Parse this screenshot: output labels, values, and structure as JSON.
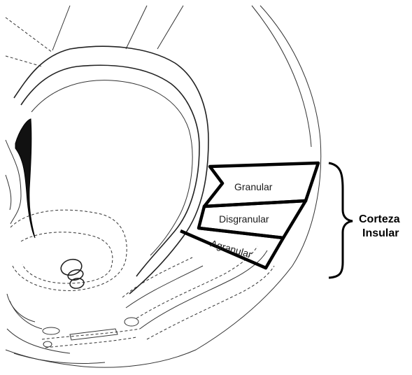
{
  "regions": {
    "granular": "Granular",
    "disgranular": "Disgranular",
    "agranular": "Agranular"
  },
  "bracket": {
    "line1": "Corteza",
    "line2": "Insular"
  },
  "colors": {
    "outline": "#000000",
    "background": "#ffffff"
  }
}
